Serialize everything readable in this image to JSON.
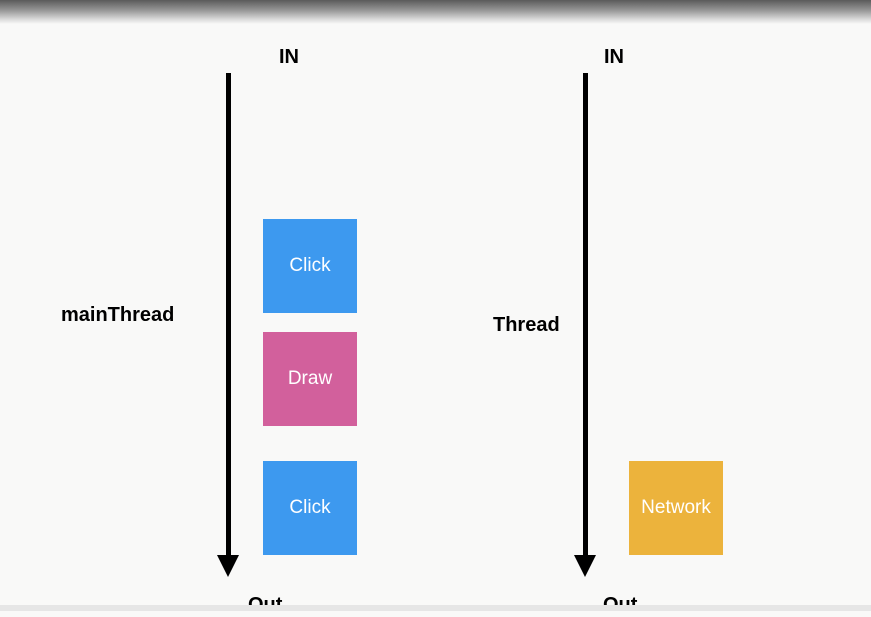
{
  "colors": {
    "click": "#3d99ef",
    "draw": "#d2609c",
    "network": "#ecb33c"
  },
  "left_lane": {
    "in_label": "IN",
    "out_label": "Out",
    "thread_label": "mainThread",
    "tasks": [
      {
        "label": "Click",
        "color": "click"
      },
      {
        "label": "Draw",
        "color": "draw"
      },
      {
        "label": "Click",
        "color": "click"
      }
    ]
  },
  "right_lane": {
    "in_label": "IN",
    "out_label": "Out",
    "thread_label": "Thread",
    "tasks": [
      {
        "label": "Network",
        "color": "network"
      }
    ]
  }
}
